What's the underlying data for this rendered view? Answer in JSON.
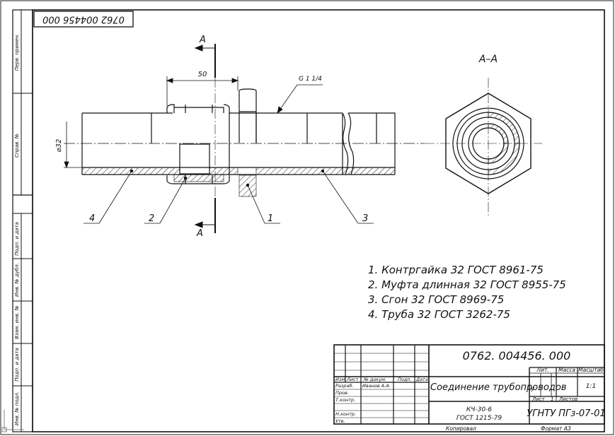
{
  "drawing": {
    "top_code": "0762 004456 000",
    "section_mark": "A",
    "section_view_title": "A–A",
    "dim_length": "50",
    "dim_diameter": "⌀32",
    "thread_label": "G 1 1/4",
    "leaders": [
      "1",
      "2",
      "3",
      "4"
    ]
  },
  "parts_list": [
    "1. Контргайка 32 ГОСТ 8961-75",
    "2. Муфта длинная 32 ГОСТ 8955-75",
    "3. Сгон 32 ГОСТ 8969-75",
    "4. Труба 32 ГОСТ 3262-75"
  ],
  "left_strip": {
    "perv_primen": "Перв. примен.",
    "sprav_no": "Справ. №",
    "podp_data_1": "Подп. и дата",
    "inv_dubl": "Инв. № дубл.",
    "vzam_inv": "Взам. инв. №",
    "podp_data_2": "Подп. и дата",
    "inv_podl": "Инв. № подл."
  },
  "title_block": {
    "doc_number": "0762. 004456. 000",
    "title": "Соединение трубопроводов",
    "title_mark": "У",
    "col_headers": [
      "Изм",
      "Лист",
      "№ докум.",
      "Подп.",
      "Дата"
    ],
    "row_labels": [
      "Разраб.",
      "Пров.",
      "Т.контр.",
      "Н.контр.",
      "Утв."
    ],
    "developer": "Иванов А.А.",
    "lit_header": "Лит.",
    "mass_header": "Масса",
    "scale_header": "Масштаб",
    "scale_value": "1:1",
    "sheet_label": "Лист",
    "sheet_value": "1",
    "sheets_label": "Листов",
    "material_1": "КЧ-30-6",
    "material_2": "ГОСТ 1215-79",
    "organization": "УГНТУ ПГз-07-01",
    "copied": "Копировал",
    "format": "Формат  А3"
  }
}
